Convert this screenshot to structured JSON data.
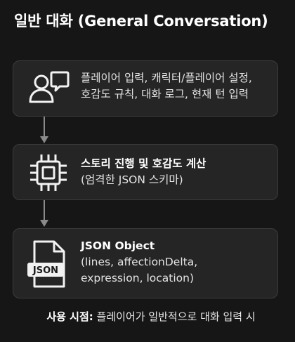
{
  "title": "일반 대화 (General Conversation)",
  "steps": [
    {
      "icon": "user-chat-icon",
      "line1": "플레이어 입력, 캐릭터/플레이어 설정,",
      "line2": "호감도 규칙, 대화 로그, 현재 턴 입력"
    },
    {
      "icon": "cpu-chip-icon",
      "heading": "스토리 진행 및 호감도 계산",
      "sub": "(엄격한 JSON 스키마)"
    },
    {
      "icon": "json-file-icon",
      "icon_label": "JSON",
      "heading": "JSON Object",
      "sub1": "(lines, affectionDelta,",
      "sub2": "expression, location)"
    }
  ],
  "footer": {
    "label": "사용 시점:",
    "text": " 플레이어가 일반적으로 대화 입력 시"
  },
  "colors": {
    "background": "#161616",
    "box": "#252525",
    "border": "#3c3c3c",
    "connector": "#8a8a8a",
    "icon": "#f2f2f2"
  }
}
